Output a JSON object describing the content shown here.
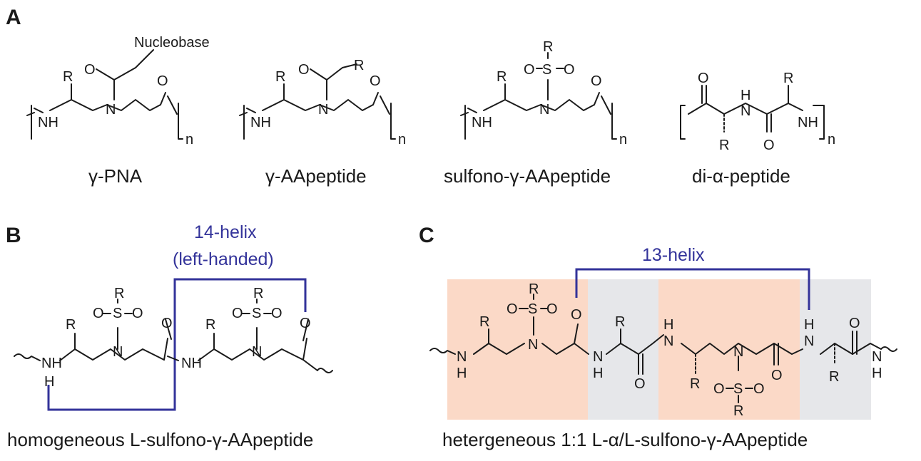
{
  "panels": {
    "a": "A",
    "b": "B",
    "c": "C"
  },
  "panel_a": {
    "nucleobase": "Nucleobase",
    "captions": [
      "γ-PNA",
      "γ-AApeptide",
      "sulfono-γ-AApeptide",
      "di-α-peptide"
    ],
    "subscript": "n"
  },
  "panel_b": {
    "helix_title": "14-helix",
    "helix_subtitle": "(left-handed)",
    "caption": "homogeneous L-sulfono-γ-AApeptide"
  },
  "panel_c": {
    "helix_title": "13-helix",
    "caption": "hetergeneous 1:1 L-α/L-sulfono-γ-AApeptide"
  },
  "atoms": {
    "R": "R",
    "N": "N",
    "H": "H",
    "O": "O",
    "S": "S",
    "NH": "NH"
  },
  "colors": {
    "helix": "#33339a",
    "gamma_residue": "#fbd9c7",
    "alpha_residue": "#e6e7ea"
  }
}
